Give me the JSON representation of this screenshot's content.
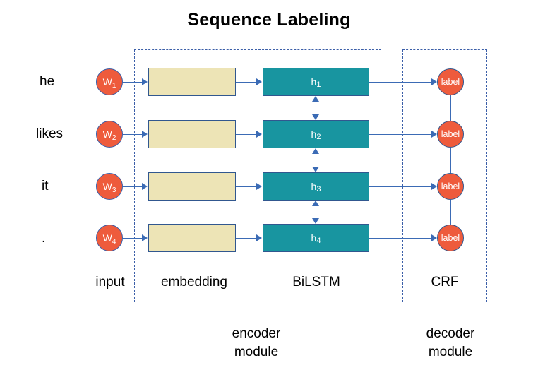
{
  "diagram": {
    "title": "Sequence Labeling",
    "colors": {
      "token_fill": "#ee5b3c",
      "embedding_fill": "#ede4b6",
      "hidden_fill": "#1895a0",
      "label_fill": "#ee5b3c",
      "border_blue": "#31578f",
      "arrow_blue": "#3b6bb5",
      "dashed_frame": "#3b5ea8",
      "text_white": "#ffffff",
      "text_black": "#000000"
    },
    "rows": [
      {
        "word": "he",
        "token": "W",
        "token_index": "1",
        "hidden": "h",
        "hidden_index": "1",
        "label": "label"
      },
      {
        "word": "likes",
        "token": "W",
        "token_index": "2",
        "hidden": "h",
        "hidden_index": "2",
        "label": "label"
      },
      {
        "word": "it",
        "token": "W",
        "token_index": "3",
        "hidden": "h",
        "hidden_index": "3",
        "label": "label"
      },
      {
        "word": ".",
        "token": "W",
        "token_index": "4",
        "hidden": "h",
        "hidden_index": "4",
        "label": "label"
      }
    ],
    "column_captions": {
      "input": "input",
      "embedding": "embedding",
      "bilstm": "BiLSTM",
      "crf": "CRF"
    },
    "module_captions": {
      "encoder": "encoder\nmodule",
      "decoder": "decoder\nmodule"
    },
    "icons": {
      "arrow_right": "arrow-right-icon",
      "arrow_bidirectional_vertical": "arrow-bidirectional-vertical-icon",
      "transition_line": "transition-line-icon"
    }
  }
}
